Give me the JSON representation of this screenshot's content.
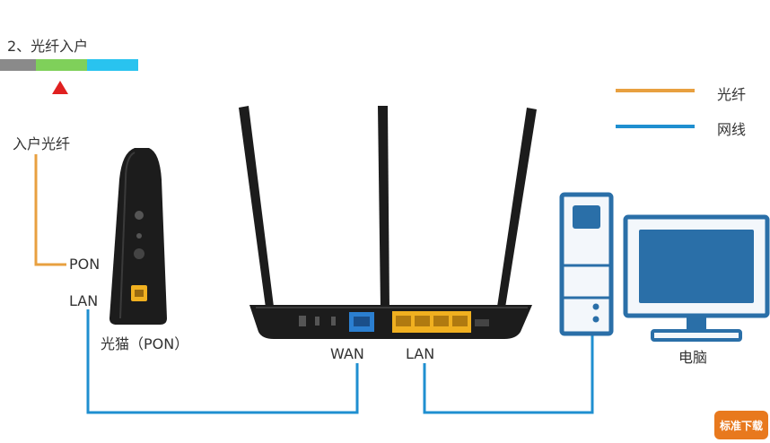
{
  "header": {
    "title": "2、光纤入户",
    "progress_segments": [
      "#8a8a8a",
      "#7fd05a",
      "#29c3ef"
    ],
    "active_segment_index": 1,
    "marker_color": "#e02020"
  },
  "legend": [
    {
      "label": "光纤",
      "color": "#e8a040"
    },
    {
      "label": "网线",
      "color": "#1f8fd0"
    }
  ],
  "labels": {
    "fiber_in": "入户光纤",
    "pon_port": "PON",
    "lan_port_modem": "LAN",
    "modem": "光猫（PON）",
    "wan_port": "WAN",
    "lan_port_router": "LAN",
    "computer": "电脑"
  },
  "colors": {
    "fiber": "#e8a040",
    "cable": "#1f8fd0",
    "device_dark": "#1c1c1c",
    "router_port_wan": "#2b7fd0",
    "router_port_lan": "#f0b020",
    "computer_blue": "#2a6fa8",
    "computer_light": "#f3f7fb"
  },
  "watermark": "标准下载"
}
